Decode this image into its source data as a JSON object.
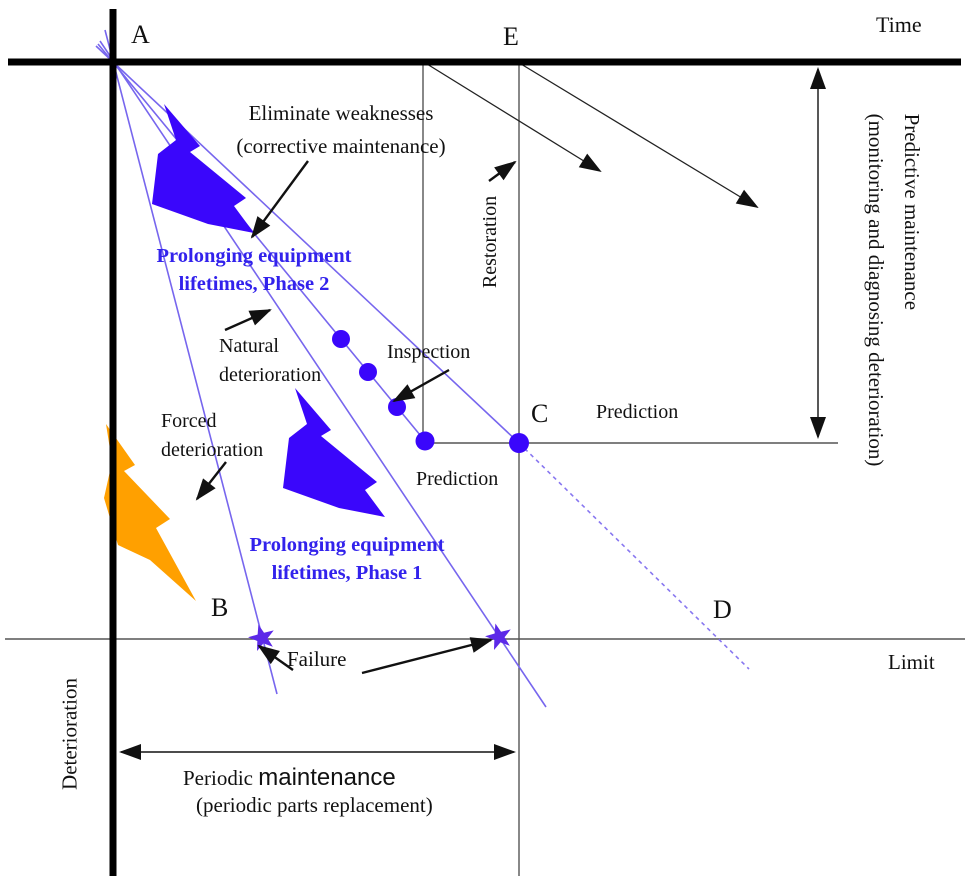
{
  "points": {
    "a": "A",
    "b": "B",
    "c": "C",
    "d": "D",
    "e": "E"
  },
  "axes": {
    "time": "Time",
    "deterioration": "Deterioration",
    "limit": "Limit"
  },
  "colors": {
    "bolt_blue": "#3a06fb",
    "fan_line_violet": "#7766ee",
    "star_purple": "#5c29e8",
    "text_blue": "#3222ec",
    "bolt_orange": "#ffa000",
    "line_gray": "#555555",
    "arrow_black": "#111111"
  },
  "labels": {
    "eliminate_1": "Eliminate weaknesses",
    "eliminate_2": "(corrective maintenance)",
    "prolong2_1": "Prolonging equipment",
    "prolong2_2": "lifetimes, Phase 2",
    "natural_1": "Natural",
    "natural_2": "deterioration",
    "forced_1": "Forced",
    "forced_2": "deterioration",
    "inspection": "Inspection",
    "restoration": "Restoration",
    "prediction_left": "Prediction",
    "prediction_right": "Prediction",
    "prolong1_1": "Prolonging equipment",
    "prolong1_2": "lifetimes, Phase 1",
    "failure": "Failure",
    "periodic_1a": "Periodic",
    "periodic_1b": "maintenance",
    "periodic_2": "(periodic parts replacement)",
    "predictive_1": "Predictive maintenance",
    "predictive_2": "(monitoring and diagnosing deterioration)"
  }
}
